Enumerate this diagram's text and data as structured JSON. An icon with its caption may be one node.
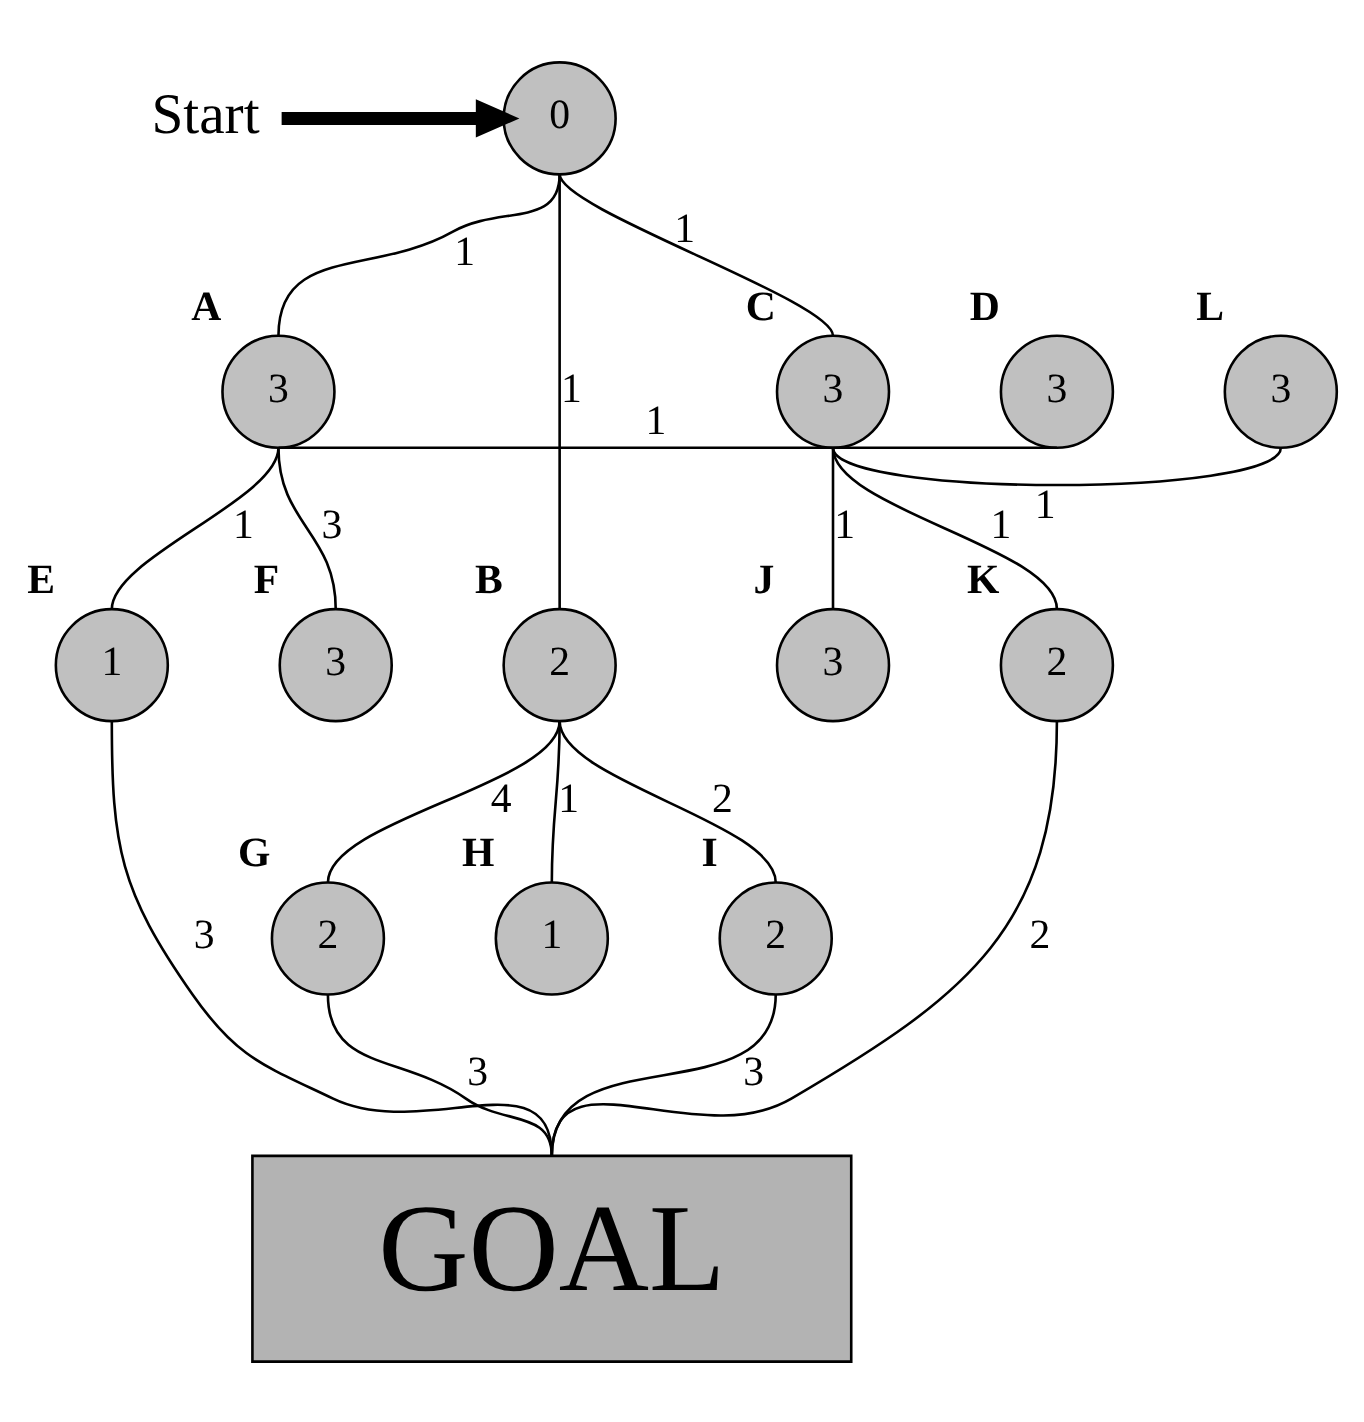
{
  "diagram": {
    "nodes": [
      {
        "text": [
          "0"
        ]
      },
      {
        "text": [
          "Start"
        ]
      },
      {
        "text": [
          "3"
        ],
        "beside": [
          "D"
        ]
      },
      {
        "text": [
          "3"
        ],
        "beside": [
          "A"
        ]
      },
      {
        "text": [
          "3"
        ],
        "beside": [
          "C"
        ]
      },
      {
        "text": [
          "3"
        ],
        "beside": [
          "L"
        ]
      },
      {
        "text": [
          "2"
        ],
        "beside": [
          "B"
        ]
      },
      {
        "text": [
          "1"
        ],
        "beside": [
          "E"
        ]
      },
      {
        "text": [
          "3"
        ],
        "beside": [
          "F"
        ]
      },
      {
        "text": [
          "3"
        ],
        "beside": [
          "J"
        ]
      },
      {
        "text": [
          "2"
        ],
        "beside": [
          "K"
        ]
      },
      {
        "text": [
          "2"
        ],
        "beside": [
          "G"
        ]
      },
      {
        "text": [
          "1"
        ],
        "beside": [
          "H"
        ]
      },
      {
        "text": [
          "2"
        ],
        "beside": [
          "I"
        ]
      },
      {
        "text": [
          "GOAL"
        ]
      }
    ],
    "edges": [
      {
        "from": 1,
        "to": 0,
        "arrow": "to",
        "style": "thick"
      },
      {
        "from": 0,
        "to": 3,
        "arrow": "none",
        "label": "1"
      },
      {
        "from": 0,
        "to": 6,
        "arrow": "none",
        "label": "1"
      },
      {
        "from": 0,
        "to": 4,
        "arrow": "none",
        "label": "1"
      },
      {
        "from": 2,
        "to": 3,
        "arrow": "none",
        "label": "1"
      },
      {
        "from": 3,
        "to": 7,
        "arrow": "none",
        "label": "1"
      },
      {
        "from": 3,
        "to": 8,
        "arrow": "none",
        "label": "3"
      },
      {
        "from": 4,
        "to": 5,
        "arrow": "none",
        "label": "1"
      },
      {
        "from": 4,
        "to": 9,
        "arrow": "none",
        "label": "1"
      },
      {
        "from": 4,
        "to": 10,
        "arrow": "none",
        "label": "1"
      },
      {
        "from": 6,
        "to": 11,
        "arrow": "none",
        "label": "4"
      },
      {
        "from": 6,
        "to": 12,
        "arrow": "none",
        "label": "1"
      },
      {
        "from": 6,
        "to": 13,
        "arrow": "none",
        "label": "2"
      },
      {
        "from": 7,
        "to": 14,
        "arrow": "none",
        "label": "3"
      },
      {
        "from": 11,
        "to": 14,
        "arrow": "none",
        "label": "3"
      },
      {
        "from": 13,
        "to": 14,
        "arrow": "none",
        "label": "3"
      },
      {
        "from": 10,
        "to": 14,
        "arrow": "none",
        "label": "2"
      }
    ]
  }
}
